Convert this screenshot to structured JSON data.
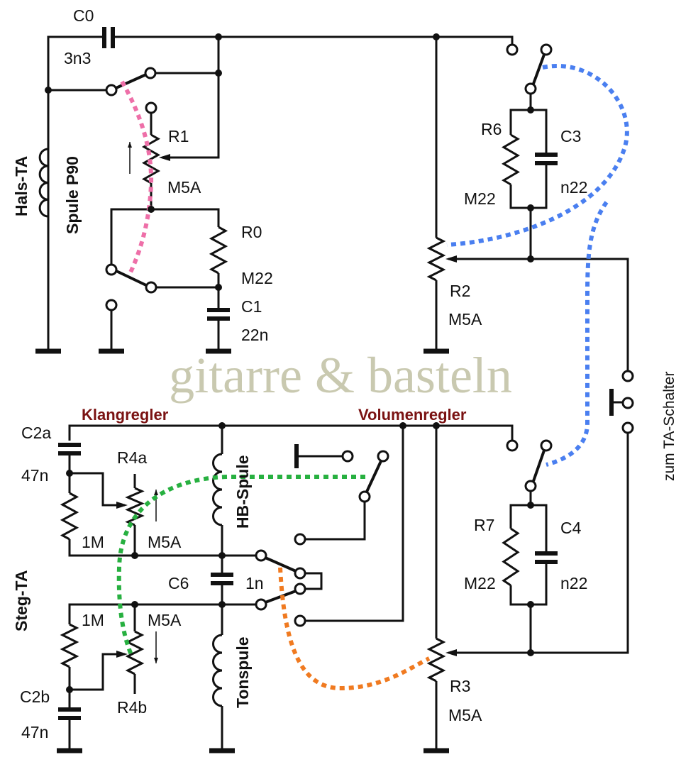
{
  "watermark": "gitarre & basteln",
  "sections": {
    "tone": "Klangregler",
    "volume": "Volumenregler"
  },
  "side_label": "zum TA-Schalter",
  "neck": {
    "pickup": "Hals-TA",
    "coil": "Spule P90",
    "C0": "C0",
    "C0_val": "3n3",
    "R1": "R1",
    "R1_val": "M5A",
    "R0": "R0",
    "R0_val": "M22",
    "C1": "C1",
    "C1_val": "22n",
    "R6": "R6",
    "R6_val": "M22",
    "C3": "C3",
    "C3_val": "n22",
    "R2": "R2",
    "R2_val": "M5A"
  },
  "bridge": {
    "pickup": "Steg-TA",
    "hb_coil": "HB-Spule",
    "tone_coil": "Tonspule",
    "C2a": "C2a",
    "C2a_val": "47n",
    "C2b": "C2b",
    "C2b_val": "47n",
    "R4a": "R4a",
    "R4a_val": "M5A",
    "R4a_fixed": "1M",
    "R4b": "R4b",
    "R4b_val": "M5A",
    "R4b_fixed": "1M",
    "C6": "C6",
    "C6_val": "1n",
    "R7": "R7",
    "R7_val": "M22",
    "C4": "C4",
    "C4_val": "n22",
    "R3": "R3",
    "R3_val": "M5A"
  },
  "colors": {
    "wire": "#111111",
    "pink": "#ee6fa8",
    "blue": "#4a7ff0",
    "green": "#27b040",
    "orange": "#f07a20",
    "section": "#7a1212",
    "watermark": "#c9c9b0"
  }
}
